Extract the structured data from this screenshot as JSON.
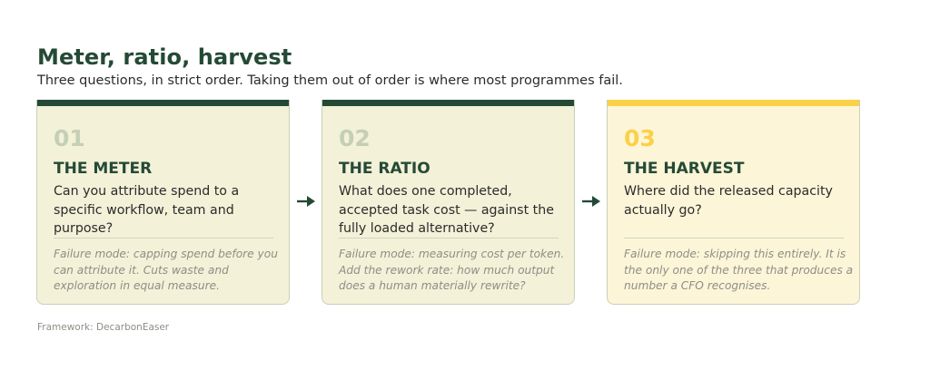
{
  "header": {
    "title": "Meter, ratio, harvest",
    "subtitle": "Three questions, in strict order. Taking them out of order is where most programmes fail."
  },
  "cards": [
    {
      "number": "01",
      "heading": "THE METER",
      "question": "Can you attribute spend to a specific workflow, team and purpose?",
      "failure": "Failure mode: capping spend before you can attribute it. Cuts waste and exploration in equal measure."
    },
    {
      "number": "02",
      "heading": "THE RATIO",
      "question": "What does one completed, accepted task cost — against the fully loaded alternative?",
      "failure": "Failure mode: measuring cost per token. Add the rework rate: how much output does a human materially rewrite?"
    },
    {
      "number": "03",
      "heading": "THE HARVEST",
      "question": "Where did the released capacity actually go?",
      "failure": "Failure mode: skipping this entirely. It is the only one of the three that produces a number a CFO recognises."
    }
  ],
  "footer": {
    "credit": "Framework: DecarbonEaser"
  },
  "colors": {
    "dark_green": "#244a36",
    "yellow_accent": "#fbd147",
    "card_bg": "#f3f1d8",
    "card_bg_highlight": "#fdf5d8"
  },
  "icons": {
    "connector": "arrow-right-icon"
  }
}
